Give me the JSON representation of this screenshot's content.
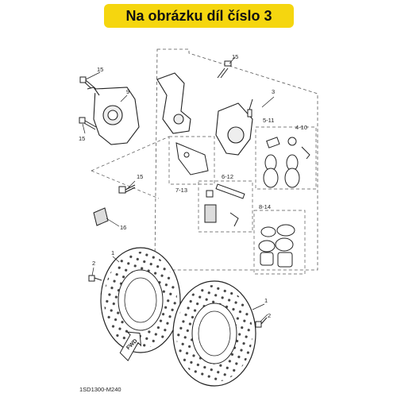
{
  "banner": {
    "text": "Na obrázku díl číslo 3",
    "color": "#f5d60f"
  },
  "diagram_code": "1SD1300-M240",
  "direction_marker": "FWD",
  "callouts": {
    "c15_top": "15",
    "c15_left": "15",
    "c15_leftlow": "15",
    "c15_mid": "15",
    "c9": "9",
    "c3": "3",
    "c5_11": "5-11",
    "c4_10": "4-10",
    "c7_13": "7-13",
    "c6_12": "6-12",
    "c8_14": "8-14",
    "c16": "16",
    "c2_left": "2",
    "c1_left": "1",
    "c1_right": "1",
    "c2_right": "2"
  }
}
